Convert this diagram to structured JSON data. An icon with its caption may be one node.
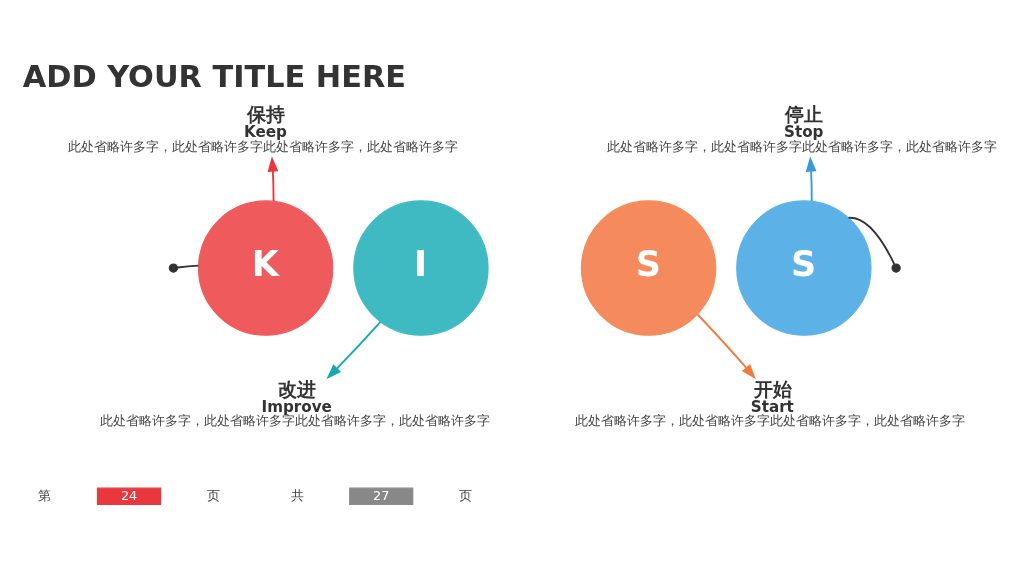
{
  "diagram": {
    "title": "ADD YOUR TITLE HERE",
    "nodes": [
      {
        "text": [
          "K"
        ]
      },
      {
        "text": [
          "I"
        ]
      },
      {
        "text": [
          "S"
        ]
      },
      {
        "text": [
          "S"
        ]
      },
      {
        "text": [
          "保持",
          "Keep",
          "此处省略许多字，此处省略许多字此处省略许多字，此处省略许多字"
        ]
      },
      {
        "text": [
          "停止",
          "Stop",
          "此处省略许多字，此处省略许多字此处省略许多字，此处省略许多字"
        ]
      },
      {
        "text": [
          "改进",
          "Improve",
          "此处省略许多字，此处省略许多字此处省略许多字，此处省略许多字"
        ]
      },
      {
        "text": [
          "开始",
          "Start",
          "此处省略许多字，此处省略许多字此处省略许多字，此处省略许多字"
        ]
      },
      {
        "text": [],
        "shape": "circle"
      },
      {
        "text": [],
        "shape": "circle"
      }
    ],
    "edges": [
      {
        "from": 8,
        "to": 0,
        "arrow": "none",
        "color": "#333333"
      },
      {
        "from": 3,
        "to": 9,
        "arrow": "none",
        "color": "#333333"
      },
      {
        "from": 0,
        "to": 4,
        "arrow": "to",
        "color": "#e8383d"
      },
      {
        "from": 3,
        "to": 5,
        "arrow": "to",
        "color": "#3a9ad9"
      },
      {
        "from": 1,
        "to": 6,
        "arrow": "to",
        "color": "#16a8b0"
      },
      {
        "from": 2,
        "to": 7,
        "arrow": "to",
        "color": "#f07a40"
      }
    ],
    "labels": [
      "第",
      "24",
      "页",
      "共",
      "27",
      "页"
    ]
  }
}
